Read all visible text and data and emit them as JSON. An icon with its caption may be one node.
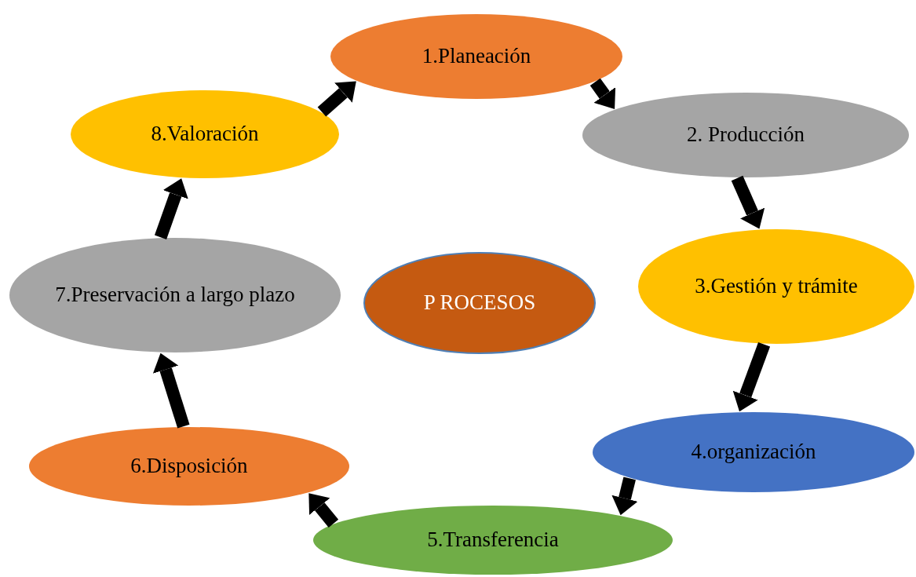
{
  "diagram": {
    "nodes": [
      {
        "text": [
          "1.Planeación"
        ]
      },
      {
        "text": [
          "2. Producción"
        ]
      },
      {
        "text": [
          "3.Gestión y trámite"
        ]
      },
      {
        "text": [
          "4.organización"
        ]
      },
      {
        "text": [
          "5.Transferencia"
        ]
      },
      {
        "text": [
          "6.Disposición"
        ]
      },
      {
        "text": [
          "7.Preservación a largo plazo"
        ]
      },
      {
        "text": [
          "8.Valoración"
        ]
      },
      {
        "text": [
          "P ROCESOS"
        ]
      }
    ],
    "edges": [
      {
        "from": 7,
        "to": 0,
        "arrow": "to"
      },
      {
        "from": 0,
        "to": 1,
        "arrow": "to"
      },
      {
        "from": 1,
        "to": 2,
        "arrow": "to"
      },
      {
        "from": 2,
        "to": 3,
        "arrow": "to"
      },
      {
        "from": 3,
        "to": 4,
        "arrow": "to"
      },
      {
        "from": 4,
        "to": 5,
        "arrow": "to"
      },
      {
        "from": 5,
        "to": 6,
        "arrow": "to"
      },
      {
        "from": 6,
        "to": 7,
        "arrow": "to"
      }
    ]
  }
}
